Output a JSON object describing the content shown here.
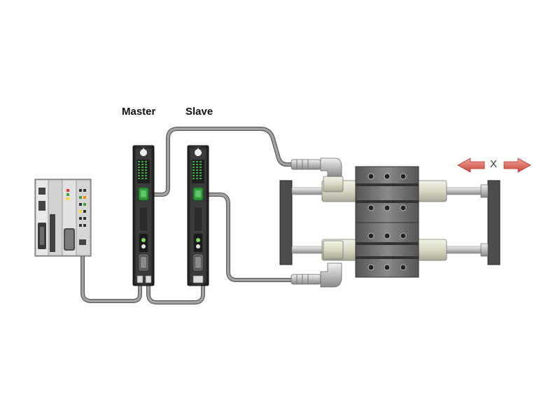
{
  "labels": {
    "master": "Master",
    "slave": "Slave",
    "axis": "X"
  },
  "colors": {
    "cable": "#8c8c8c",
    "cable_outline": "#5a5a5a",
    "drive_body": "#2b2b2b",
    "drive_face": "#4a4a4a",
    "terminal_green": "#2f9a3a",
    "plc_body": "#d9d9d9",
    "rail": "#4d4d4d",
    "cylinder": "#dcdccc",
    "arrow": "#d9534f"
  },
  "icons": {
    "plc": "plc-controller-icon",
    "master_drive": "servo-drive-icon",
    "slave_drive": "servo-drive-icon",
    "actuator": "linear-actuator-icon",
    "direction": "double-arrow-icon"
  }
}
